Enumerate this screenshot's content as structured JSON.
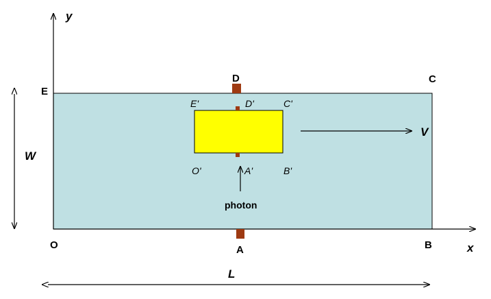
{
  "labels": {
    "y_axis": "y",
    "x_axis": "x",
    "big_rect": {
      "O": "O",
      "A": "A",
      "B": "B",
      "C": "C",
      "D": "D",
      "E": "E"
    },
    "small_rect": {
      "O": "O'",
      "A": "A'",
      "B": "B'",
      "C": "C'",
      "D": "D'",
      "E": "E'"
    },
    "width": "W",
    "length": "L",
    "velocity": "V",
    "photon": "photon"
  },
  "colors": {
    "large_rect_fill": "#bfe0e3",
    "small_rect_fill": "#ffff00",
    "marker_fill": "#9e3a12",
    "line": "#000000"
  }
}
